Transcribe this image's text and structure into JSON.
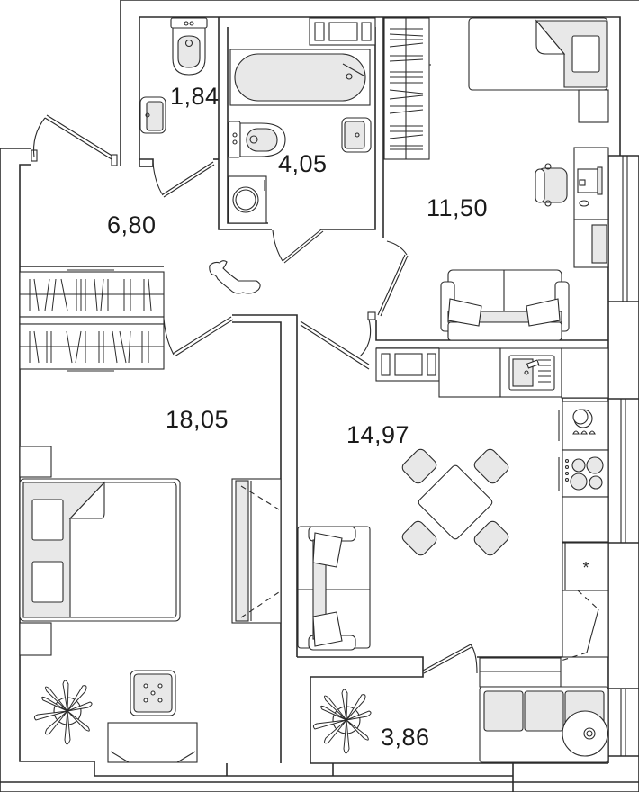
{
  "plan": {
    "type": "apartment-floor-plan",
    "units": "m²",
    "colors": {
      "line": "#2b2b2b",
      "fixture_fill": "#e8e8e8",
      "background": "#ffffff",
      "text": "#1a1a1a"
    },
    "rooms": [
      {
        "id": "toilet",
        "area": "1,84",
        "fixtures": [
          "toilet",
          "sink"
        ]
      },
      {
        "id": "bathroom",
        "area": "4,05",
        "fixtures": [
          "bathtub",
          "toilet",
          "sink",
          "washing-machine",
          "cabinet"
        ]
      },
      {
        "id": "hallway",
        "area": "6,80",
        "fixtures": [
          "wardrobe",
          "wardrobe",
          "dog"
        ]
      },
      {
        "id": "children-room",
        "area": "11,50",
        "fixtures": [
          "single-bed",
          "wardrobe",
          "desk",
          "laptop",
          "office-chair",
          "bookshelf",
          "sofa",
          "nightstand"
        ]
      },
      {
        "id": "bedroom",
        "area": "18,05",
        "fixtures": [
          "double-bed",
          "nightstand",
          "nightstand",
          "tv-cabinet",
          "ottoman",
          "dresser",
          "plant"
        ]
      },
      {
        "id": "kitchen-living",
        "area": "14,97",
        "fixtures": [
          "dining-table",
          "chair",
          "chair",
          "chair",
          "chair",
          "sofa",
          "sink",
          "stove",
          "dishwasher",
          "fridge",
          "oven",
          "cabinets"
        ]
      },
      {
        "id": "balcony",
        "area": "3,86",
        "fixtures": [
          "plant",
          "sofa",
          "round-table"
        ]
      }
    ]
  }
}
